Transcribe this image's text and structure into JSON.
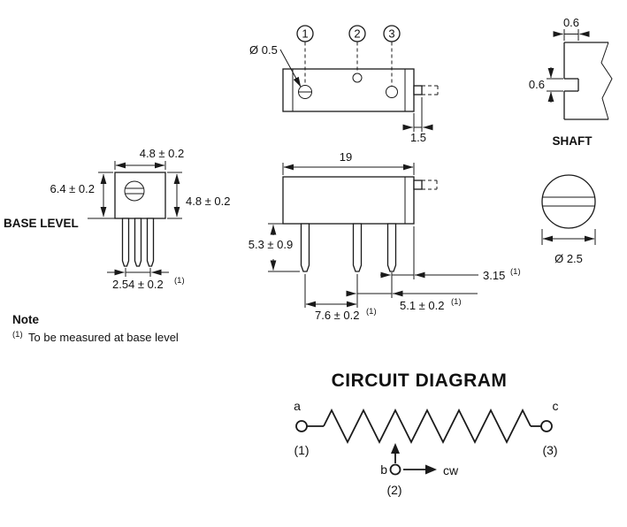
{
  "colors": {
    "line": "#1a1a1a",
    "text": "#111111",
    "background": "#ffffff"
  },
  "top_view": {
    "terminal_1": "1",
    "terminal_2": "2",
    "terminal_3": "3",
    "hole_diameter": "Ø 0.5",
    "shaft_stub_length": "1.5"
  },
  "shaft_detail": {
    "slot_depth_dim": "0.6",
    "slot_width_dim": "0.6",
    "caption": "SHAFT"
  },
  "front_view": {
    "body_width": "4.8 ± 0.2",
    "overall_height": "6.4 ± 0.2",
    "height_above_base": "4.8 ± 0.2",
    "base_level_label": "BASE LEVEL",
    "pin_span": "2.54 ± 0.2",
    "pin_span_note": "(1)"
  },
  "side_view": {
    "body_length": "19",
    "pin_length": "5.3 ± 0.9",
    "pin3_to_edge": "3.15",
    "pin3_to_edge_note": "(1)",
    "pin1_pin2_pitch": "7.6 ± 0.2",
    "pin1_pin2_pitch_note": "(1)",
    "pin2_pin3_pitch": "5.1 ± 0.2",
    "pin2_pin3_pitch_note": "(1)"
  },
  "shaft_end_view": {
    "shaft_diameter": "Ø 2.5"
  },
  "note": {
    "title": "Note",
    "marker": "(1)",
    "text": "To be measured at base level"
  },
  "circuit": {
    "title": "CIRCUIT DIAGRAM",
    "terminal_a": "a",
    "terminal_a_pin": "(1)",
    "terminal_c": "c",
    "terminal_c_pin": "(3)",
    "wiper": "b",
    "wiper_pin": "(2)",
    "rotation_label": "cw"
  }
}
